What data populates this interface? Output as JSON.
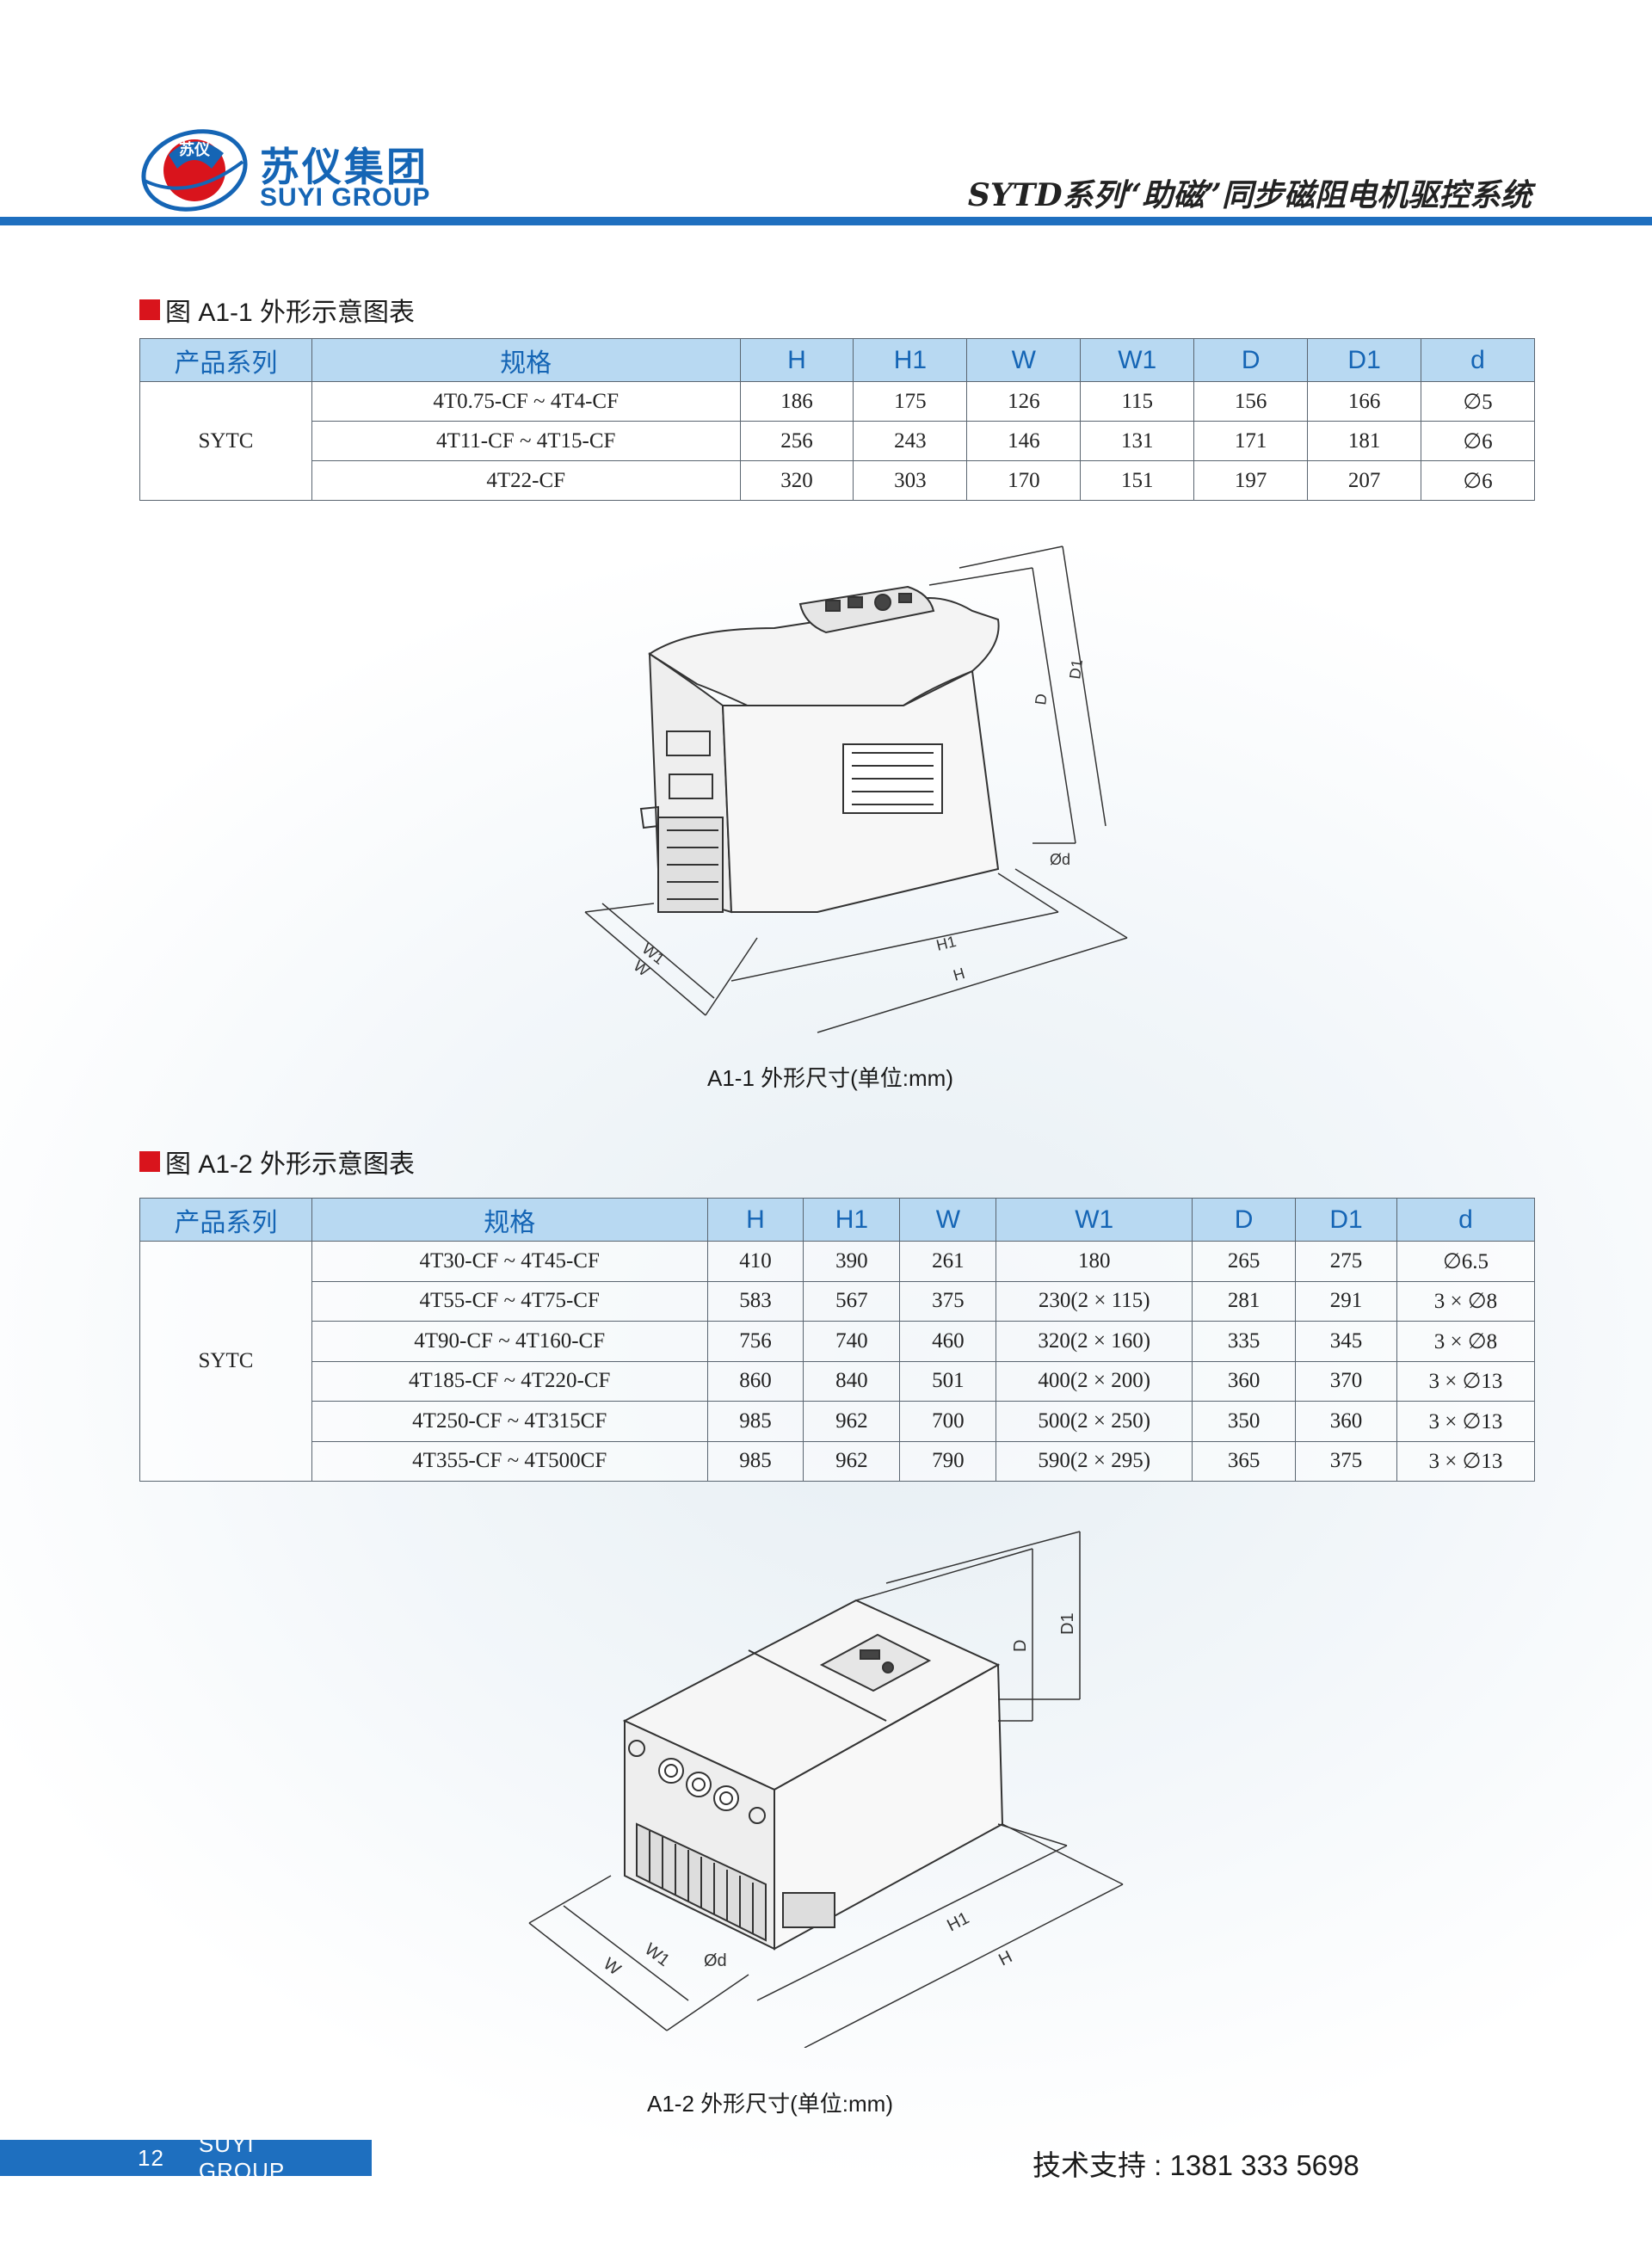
{
  "header": {
    "brand_cn": "苏仪集团",
    "brand_en": "SUYI GROUP",
    "logo_text": "苏仪",
    "doc_title": "SYTD系列“助磁”同步磁阻电机驱控系统"
  },
  "section1": {
    "heading": "图 A1-1 外形示意图表",
    "columns": [
      "产品系列",
      "规格",
      "H",
      "H1",
      "W",
      "W1",
      "D",
      "D1",
      "d"
    ],
    "series": "SYTC",
    "rows": [
      [
        "4T0.75-CF ~ 4T4-CF",
        "186",
        "175",
        "126",
        "115",
        "156",
        "166",
        "∅5"
      ],
      [
        "4T11-CF ~ 4T15-CF",
        "256",
        "243",
        "146",
        "131",
        "171",
        "181",
        "∅6"
      ],
      [
        "4T22-CF",
        "320",
        "303",
        "170",
        "151",
        "197",
        "207",
        "∅6"
      ]
    ],
    "caption": "A1-1 外形尺寸(单位:mm)",
    "drawing_labels": {
      "d": "D",
      "d1": "D1",
      "h": "H",
      "h1": "H1",
      "w": "W",
      "w1": "W1",
      "hole": "Ød"
    }
  },
  "section2": {
    "heading": "图 A1-2 外形示意图表",
    "columns": [
      "产品系列",
      "规格",
      "H",
      "H1",
      "W",
      "W1",
      "D",
      "D1",
      "d"
    ],
    "series": "SYTC",
    "rows": [
      [
        "4T30-CF ~ 4T45-CF",
        "410",
        "390",
        "261",
        "180",
        "265",
        "275",
        "∅6.5"
      ],
      [
        "4T55-CF ~ 4T75-CF",
        "583",
        "567",
        "375",
        "230(2 × 115)",
        "281",
        "291",
        "3 × ∅8"
      ],
      [
        "4T90-CF ~ 4T160-CF",
        "756",
        "740",
        "460",
        "320(2 × 160)",
        "335",
        "345",
        "3 × ∅8"
      ],
      [
        "4T185-CF ~ 4T220-CF",
        "860",
        "840",
        "501",
        "400(2 × 200)",
        "360",
        "370",
        "3 × ∅13"
      ],
      [
        "4T250-CF ~ 4T315CF",
        "985",
        "962",
        "700",
        "500(2 × 250)",
        "350",
        "360",
        "3 × ∅13"
      ],
      [
        "4T355-CF ~ 4T500CF",
        "985",
        "962",
        "790",
        "590(2 × 295)",
        "365",
        "375",
        "3 × ∅13"
      ]
    ],
    "caption": "A1-2 外形尺寸(单位:mm)",
    "drawing_labels": {
      "d": "D",
      "d1": "D1",
      "h": "H",
      "h1": "H1",
      "w": "W",
      "w1": "W1",
      "hole": "Ød"
    }
  },
  "footer": {
    "page_number": "12",
    "brand": "SUYI GROUP",
    "tech_support": "技术支持 : 1381 333 5698"
  },
  "colors": {
    "brand_blue": "#1565b5",
    "rule_blue": "#1e6fbf",
    "table_header_bg": "#b8d9f2",
    "heading_square": "#d9141c"
  }
}
